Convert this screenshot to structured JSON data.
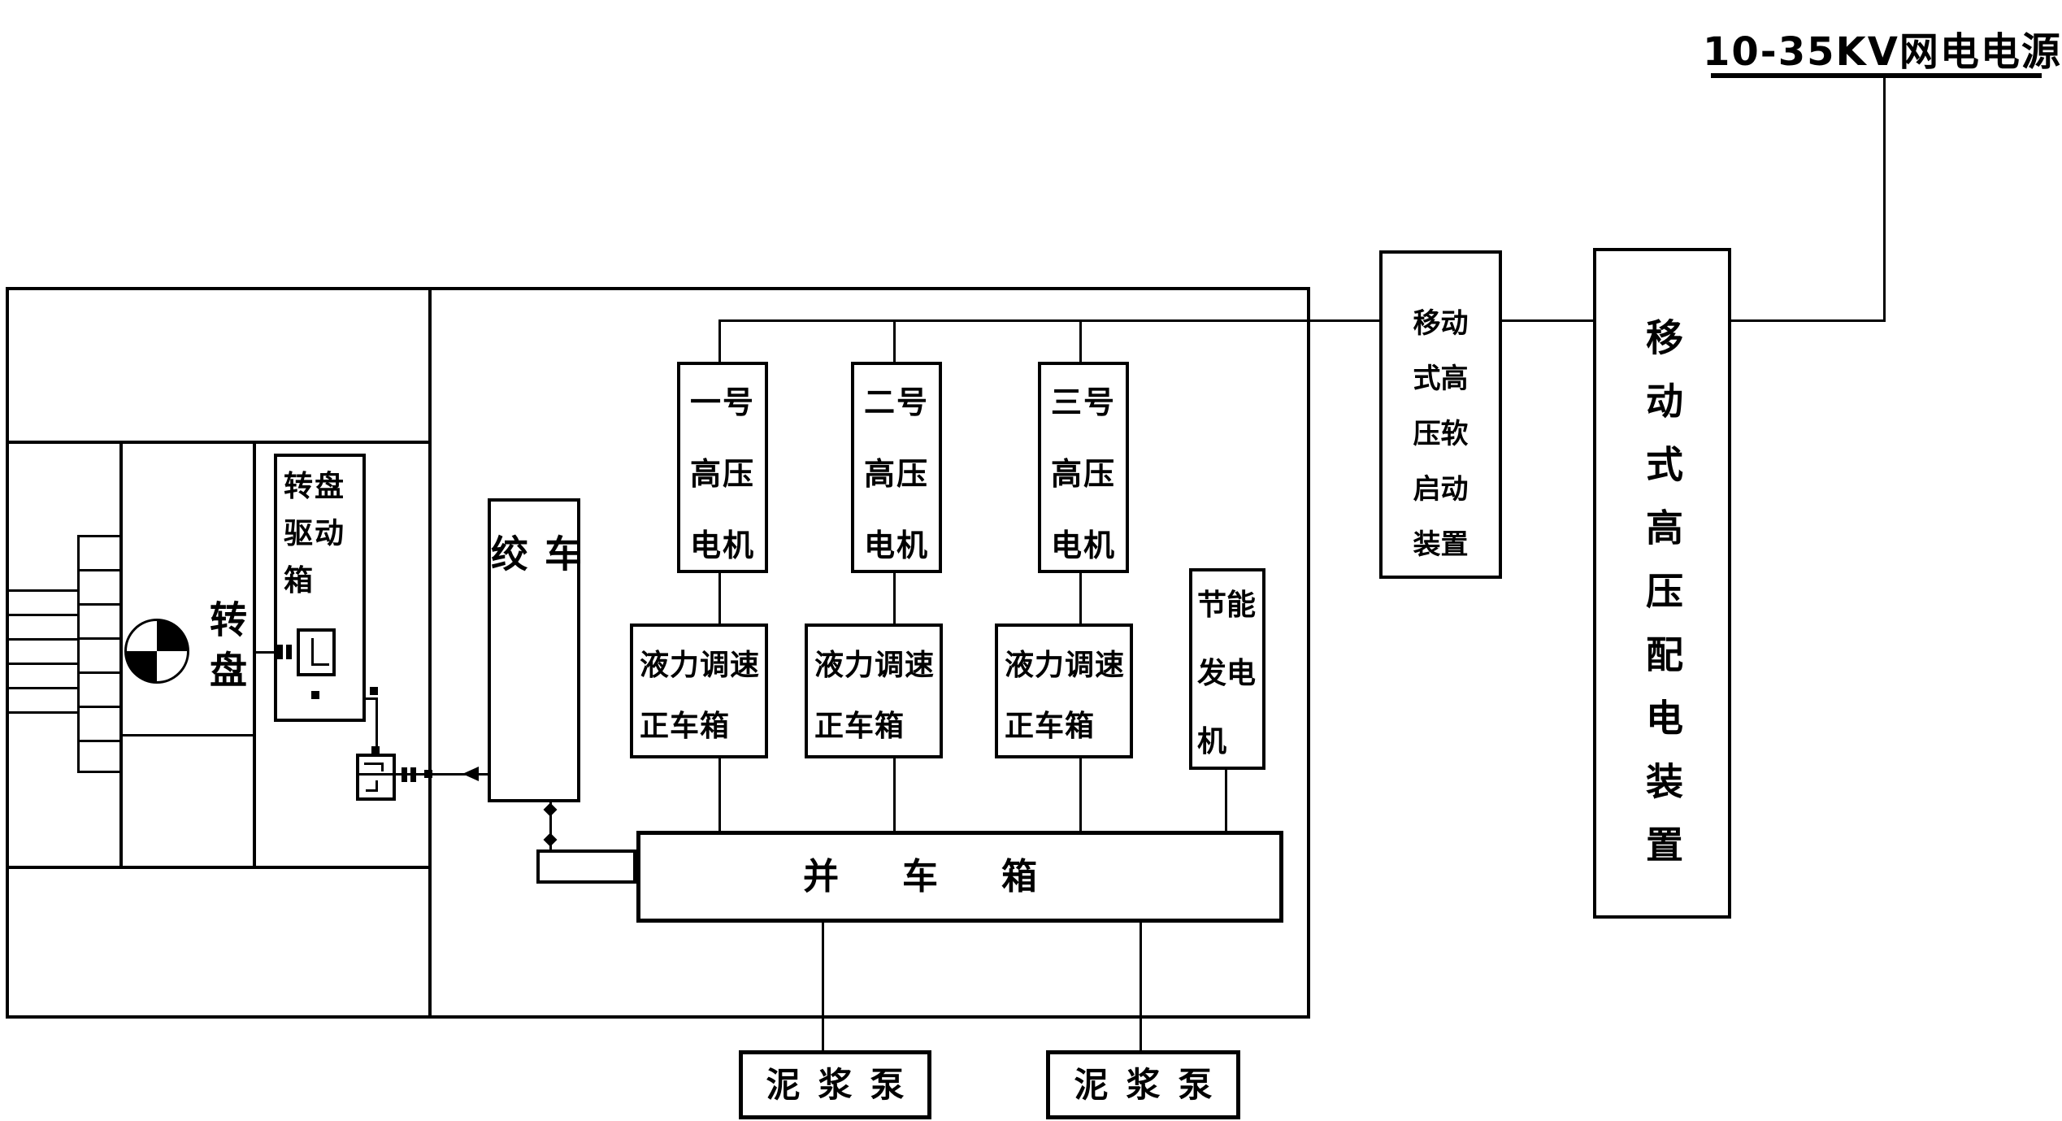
{
  "colors": {
    "line": "#000000",
    "background": "#ffffff"
  },
  "power_source": {
    "label": "10-35KV网电电源"
  },
  "distribution_box": {
    "label": "移动式高压配电装置"
  },
  "soft_start_box": {
    "label": "移动式高压软启动装置"
  },
  "motors": [
    {
      "label": "一号高压电机"
    },
    {
      "label": "二号高压电机"
    },
    {
      "label": "三号高压电机"
    }
  ],
  "gearboxes": [
    {
      "label": "液力调速正车箱"
    },
    {
      "label": "液力调速正车箱"
    },
    {
      "label": "液力调速正车箱"
    }
  ],
  "generator": {
    "label": "节能发电机"
  },
  "parallel_gearbox": {
    "label": "并车箱"
  },
  "mud_pumps": [
    {
      "label": "泥浆泵"
    },
    {
      "label": "泥浆泵"
    }
  ],
  "drawworks": {
    "label": "绞车"
  },
  "rotary_table": {
    "label": "转盘"
  },
  "rotary_drive_box": {
    "label": "转盘驱动箱"
  }
}
